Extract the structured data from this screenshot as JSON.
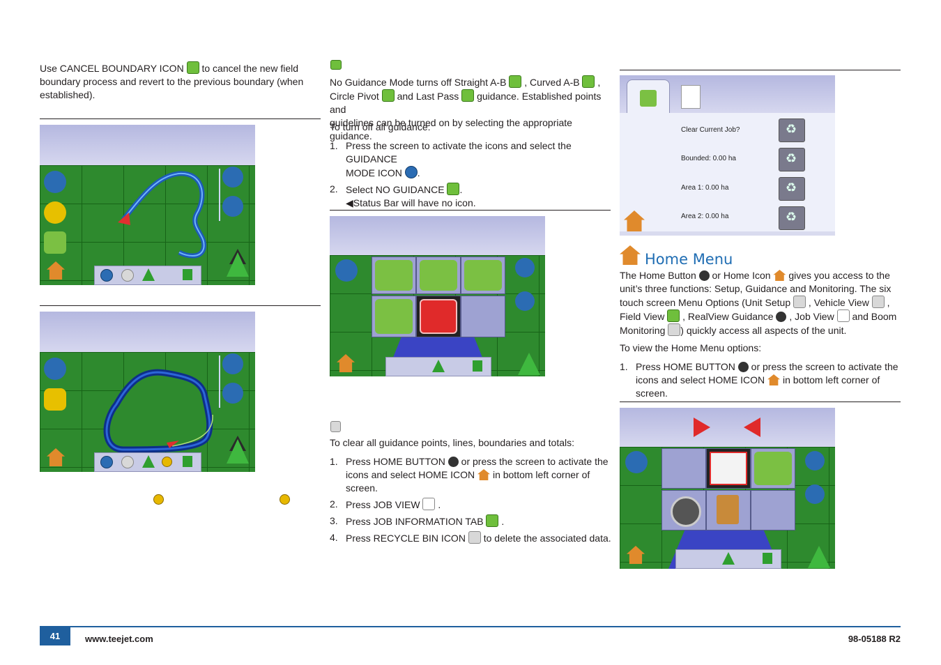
{
  "left": {
    "cancel_boundary_pre": "Use CANCEL BOUNDARY ICON",
    "cancel_boundary_post": "to cancel the new field",
    "cancel_boundary_line2": "boundary process and revert to the previous boundary (when",
    "cancel_boundary_line3": "established)."
  },
  "middle": {
    "no_guidance_l1a": "No Guidance Mode turns off Straight A-B",
    "no_guidance_l1b": ", Curved A-B",
    "no_guidance_l1c": ",",
    "no_guidance_l2a": "Circle Pivot",
    "no_guidance_l2b": "and Last Pass",
    "no_guidance_l2c": "guidance. Established points and",
    "no_guidance_l3": "guidelines can be turned on by selecting the appropriate guidance.",
    "turn_off_intro": "To turn off all guidance:",
    "steps_off": [
      {
        "num": "1.",
        "l1": "Press the screen to activate the icons and select the GUIDANCE",
        "l2": "MODE ICON"
      },
      {
        "num": "2.",
        "l1": "Select NO GUIDANCE",
        "l2": "◀Status Bar will have no icon."
      }
    ],
    "clear_intro": "To clear all guidance points, lines, boundaries and totals:",
    "steps_clear": [
      {
        "num": "1.",
        "l1a": "Press HOME BUTTON",
        "l1b": "or press the screen to activate the",
        "l2a": "icons and select HOME ICON",
        "l2b": "in bottom left corner of screen."
      },
      {
        "num": "2.",
        "l1a": "Press JOB VIEW",
        "l1b": "."
      },
      {
        "num": "3.",
        "l1a": "Press JOB INFORMATION TAB",
        "l1b": "."
      },
      {
        "num": "4.",
        "l1a": "Press RECYCLE BIN ICON",
        "l1b": "to delete the associated data."
      }
    ]
  },
  "right": {
    "job_rows": [
      "Clear Current Job?",
      "Bounded: 0.00 ha",
      "Area 1: 0.00 ha",
      "Area 2: 0.00 ha"
    ],
    "home_menu_title": "Home Menu",
    "home_p1": "The Home Button",
    "home_p1b": "or Home Icon",
    "home_p1c": "gives you access to the",
    "home_p2": "unit’s three functions: Setup, Guidance and Monitoring. The six",
    "home_p3a": "touch screen Menu Options (Unit Setup",
    "home_p3b": ", Vehicle View",
    "home_p3c": ",",
    "home_p4a": "Field View",
    "home_p4b": ", RealView Guidance",
    "home_p4c": ", Job View",
    "home_p4d": "and Boom",
    "home_p5a": "Monitoring",
    "home_p5b": ") quickly access all aspects of the unit.",
    "view_intro": "To view the Home Menu options:",
    "step1_num": "1.",
    "step1_l1a": "Press HOME BUTTON",
    "step1_l1b": "or press the screen to activate the",
    "step1_l2a": "icons and select HOME ICON",
    "step1_l2b": "in bottom left corner of screen."
  },
  "footer": {
    "page_number": "41",
    "website": "www.teejet.com",
    "doc_code": "98-05188 R2"
  },
  "colors": {
    "accent_blue": "#1f5f9e",
    "field_green": "#2e8a2e",
    "screen_header": "#b5b8e0"
  }
}
